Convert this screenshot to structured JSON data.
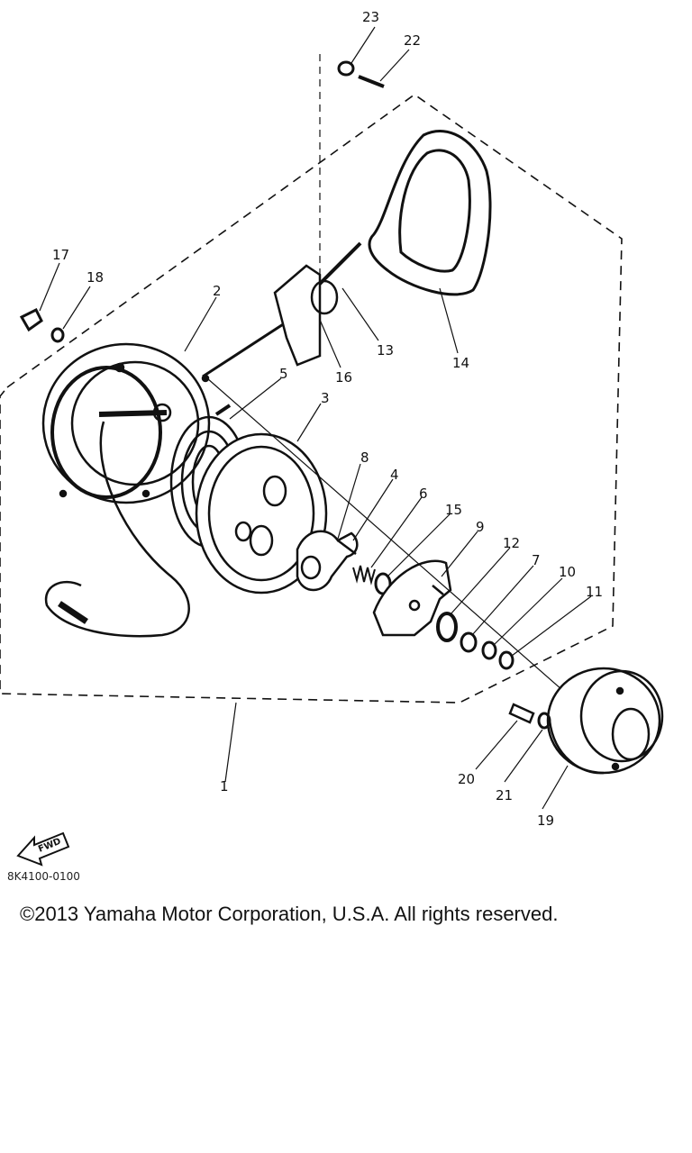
{
  "diagram": {
    "callouts": [
      "1",
      "2",
      "3",
      "4",
      "5",
      "6",
      "7",
      "8",
      "9",
      "10",
      "11",
      "12",
      "13",
      "14",
      "15",
      "16",
      "17",
      "18",
      "19",
      "20",
      "21",
      "22",
      "23"
    ],
    "fwd_label": "FWD",
    "figure_code": "8K4100-0100",
    "copyright": "©2013 Yamaha Motor Corporation, U.S.A. All rights reserved."
  }
}
